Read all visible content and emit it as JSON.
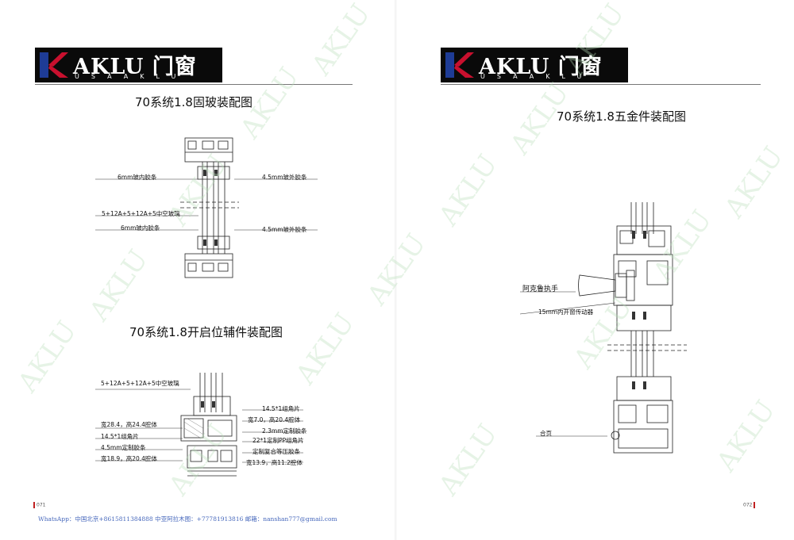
{
  "brand": {
    "name": "AKLU 门窗",
    "tagline": "USAAKLU"
  },
  "left_page": {
    "title_fixed_glass": "70系统1.8固玻装配图",
    "title_opening": "70系统1.8开启位辅件装配图",
    "fixed_callouts": [
      "6mm玻内胶条",
      "4.5mm玻外胶条",
      "5+12A+5+12A+5中空玻璃",
      "6mm玻内胶条",
      "4.5mm玻外胶条"
    ],
    "opening_callouts_left": [
      "5+12A+5+12A+5中空玻璃",
      "宽28.4，高24.4腔体",
      "14.5*1组角片",
      "4.5mm定制胶条",
      "宽18.9，高20.4腔体"
    ],
    "opening_callouts_right": [
      "14.5*1组角片",
      "宽7.0，高20.4腔体",
      "2.3mm定制胶条",
      "22*1定制PP组角片",
      "定制复合等压胶条",
      "宽13.9，高11.2腔体"
    ],
    "page_number": "071"
  },
  "right_page": {
    "title_hardware": "70系统1.8五金件装配图",
    "callouts": [
      "阿克鲁执手",
      "15mm内开窗传动器",
      "合页"
    ],
    "page_number": "072"
  },
  "footer": {
    "contact": "WhatsApp：中国北京+8615811384888 中亚阿拉木图：+77781913816 邮箱：nanshan777@gmail.com"
  },
  "watermark_text": "AKLU",
  "colors": {
    "logo_bg": "#0a0a0a",
    "logo_red": "#c8102e",
    "logo_blue": "#1e3c96",
    "watermark": "#b9dfb9",
    "footer_text": "#4466bb"
  }
}
